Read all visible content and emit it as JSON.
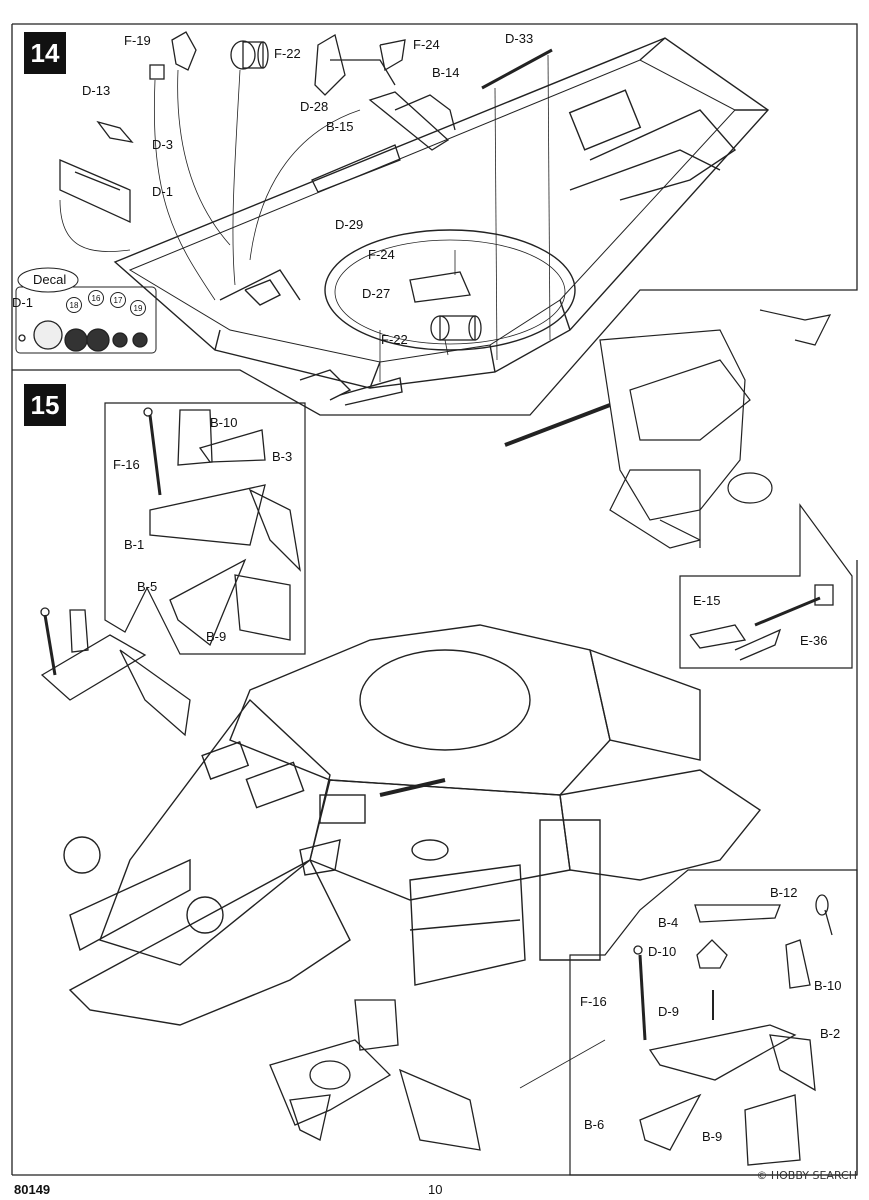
{
  "page": {
    "model_number": "80149",
    "page_number": "10",
    "watermark": "© HOBBY SEARCH"
  },
  "step14": {
    "number": "14",
    "labels": {
      "F19": "F-19",
      "F22a": "F-22",
      "F24a": "F-24",
      "D33": "D-33",
      "D13": "D-13",
      "D28": "D-28",
      "B14": "B-14",
      "B15": "B-15",
      "D3": "D-3",
      "D1": "D-1",
      "D29": "D-29",
      "F24b": "F-24",
      "D27": "D-27",
      "F22b": "F-22"
    },
    "decal": {
      "title": "Decal",
      "part": "D-1",
      "numbers": [
        "18",
        "16",
        "17",
        "19"
      ]
    }
  },
  "step15": {
    "number": "15",
    "labels": {
      "B10a": "B-10",
      "F16a": "F-16",
      "B3": "B-3",
      "B1": "B-1",
      "B5": "B-5",
      "B9a": "B-9",
      "E15": "E-15",
      "E36": "E-36",
      "B12": "B-12",
      "B4": "B-4",
      "D10": "D-10",
      "B10b": "B-10",
      "F16b": "F-16",
      "D9": "D-9",
      "B2": "B-2",
      "B6": "B-6",
      "B9b": "B-9"
    }
  }
}
